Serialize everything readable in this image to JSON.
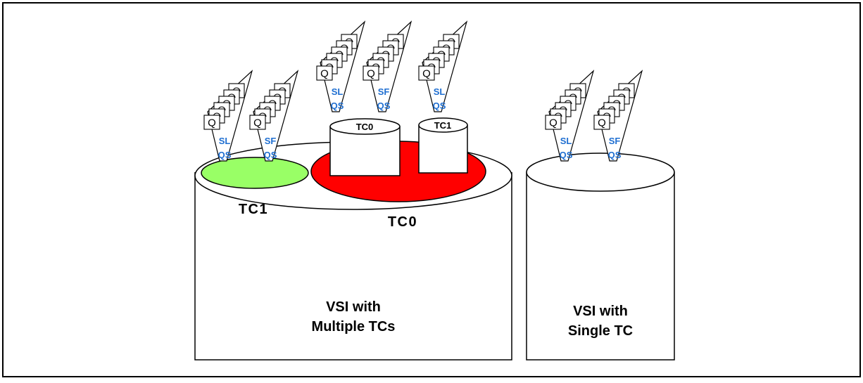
{
  "colors": {
    "qs_label": "#1f6fd1",
    "tc1_ellipse": "#99ff66",
    "tc0_ellipse": "#ff0000",
    "stroke": "#000000"
  },
  "queue_letter": "Q",
  "multi_vsi": {
    "label_line1": "VSI with",
    "label_line2": "Multiple TCs",
    "tc1_label": "TC1",
    "tc0_label": "TC0",
    "inner_tc0_label": "TC0",
    "inner_tc1_label": "TC1"
  },
  "single_vsi": {
    "label_line1": "VSI with",
    "label_line2": "Single TC"
  },
  "queue_sets": [
    {
      "l1": "SL",
      "l2": "QS"
    },
    {
      "l1": "SF",
      "l2": "QS"
    },
    {
      "l1": "SL",
      "l2": "QS"
    },
    {
      "l1": "SF",
      "l2": "QS"
    },
    {
      "l1": "SL",
      "l2": "QS"
    },
    {
      "l1": "SL",
      "l2": "QS"
    },
    {
      "l1": "SF",
      "l2": "QS"
    }
  ]
}
